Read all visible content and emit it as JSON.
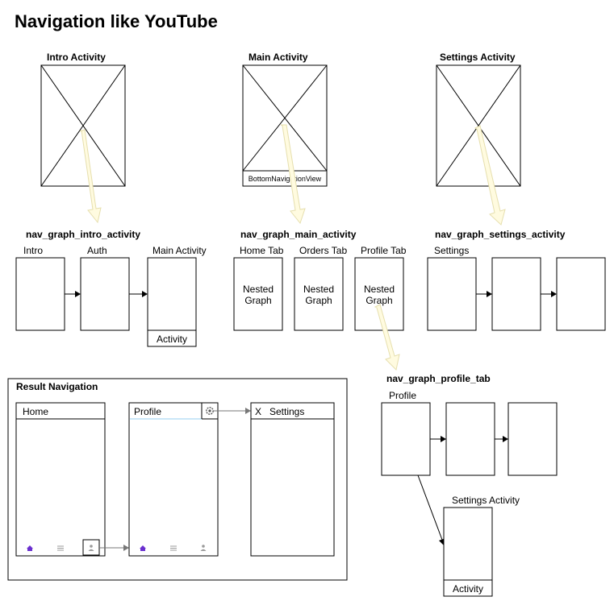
{
  "title": "Navigation like YouTube",
  "activities": {
    "intro": "Intro Activity",
    "main": "Main Activity",
    "main_footer": "BottomNavigationView",
    "settings": "Settings Activity"
  },
  "graphs": {
    "intro": {
      "name": "nav_graph_intro_activity",
      "labels": [
        "Intro",
        "Auth",
        "Main Activity"
      ],
      "footer": "Activity"
    },
    "main": {
      "name": "nav_graph_main_activity",
      "labels": [
        "Home Tab",
        "Orders Tab",
        "Profile Tab"
      ],
      "nested_line1": "Nested",
      "nested_line2": "Graph"
    },
    "settings": {
      "name": "nav_graph_settings_activity",
      "labels": [
        "Settings"
      ]
    },
    "profile": {
      "name": "nav_graph_profile_tab",
      "labels": [
        "Profile"
      ],
      "settings_activity": "Settings Activity",
      "footer": "Activity"
    }
  },
  "result": {
    "title": "Result Navigation",
    "screens": {
      "home": "Home",
      "profile": "Profile",
      "settings_close": "X",
      "settings": "Settings"
    },
    "colors": {
      "home_icon": "#6a2fcf",
      "tab_icon": "#9a9a9a",
      "profile_underline": "#b9dff5"
    },
    "icons": [
      "home-icon",
      "list-icon",
      "person-icon",
      "gear-icon"
    ]
  }
}
